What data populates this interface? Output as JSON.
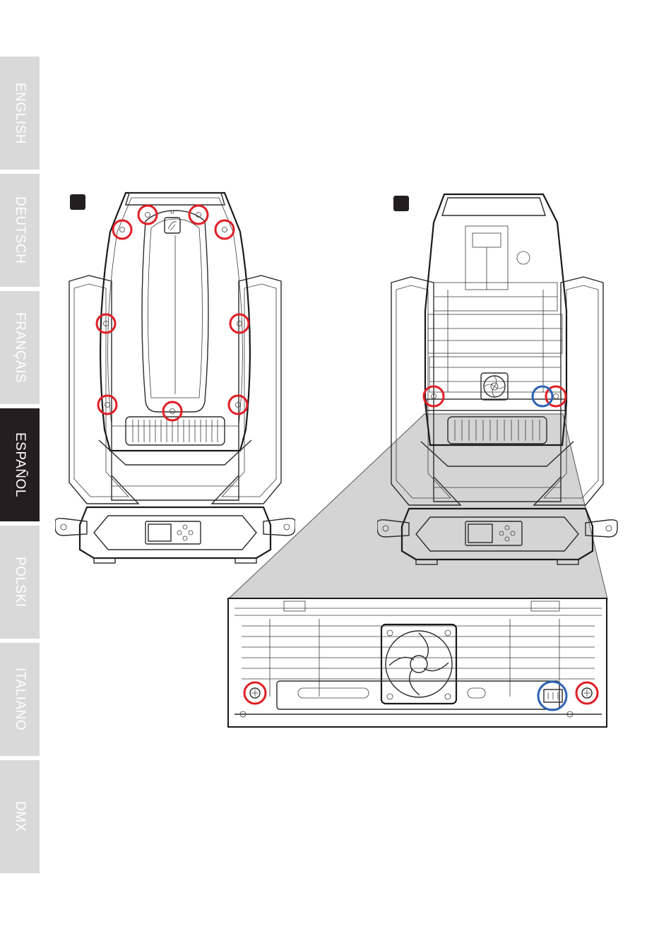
{
  "language_tabs": [
    {
      "label": "ENGLISH",
      "active": false
    },
    {
      "label": "DEUTSCH",
      "active": false
    },
    {
      "label": "FRANÇAIS",
      "active": false
    },
    {
      "label": "ESPAÑOL",
      "active": true
    },
    {
      "label": "POLSKI",
      "active": false
    },
    {
      "label": "ITALIANO",
      "active": false
    },
    {
      "label": "DMX",
      "active": false
    }
  ],
  "colors": {
    "tab_inactive": "#d9d9d9",
    "tab_active": "#231f20",
    "screw_marker": "#e01e26",
    "connector_marker": "#2a63b5",
    "zoom_wedge": "#d0d0d0"
  },
  "figures": {
    "fig1": {
      "markers_red": 9,
      "markers_blue": 0
    },
    "fig2": {
      "markers_red": 2,
      "markers_blue": 1
    },
    "detail": {
      "markers_red": 2,
      "markers_blue": 1
    }
  }
}
